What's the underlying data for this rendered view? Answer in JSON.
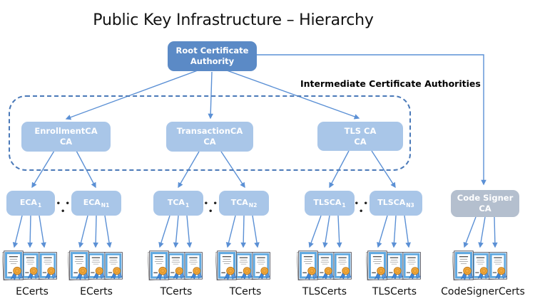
{
  "title": "Public Key Infrastructure – Hierarchy",
  "nodes": {
    "root": {
      "label": "Root Certificate Authority"
    },
    "intermediate_group_label": "Intermediate Certificate Authorities",
    "intermediates": [
      {
        "id": "enrollment-ca",
        "line1": "EnrollmentCA",
        "line2": "CA"
      },
      {
        "id": "transaction-ca",
        "line1": "TransactionCA",
        "line2": "CA"
      },
      {
        "id": "tls-ca",
        "line1": "TLS CA",
        "line2": "CA"
      }
    ],
    "issuing": [
      {
        "id": "eca-1",
        "name": "ECA",
        "sub": "1"
      },
      {
        "id": "eca-n1",
        "name": "ECA",
        "sub": "N1"
      },
      {
        "id": "tca-1",
        "name": "TCA",
        "sub": "1"
      },
      {
        "id": "tca-n2",
        "name": "TCA",
        "sub": "N2"
      },
      {
        "id": "tlsca-1",
        "name": "TLSCA",
        "sub": "1"
      },
      {
        "id": "tlsca-n3",
        "name": "TLSCA",
        "sub": "N3"
      }
    ],
    "code_signer": {
      "id": "code-signer-ca",
      "line1": "Code Signer",
      "line2": "CA"
    }
  },
  "ellipsis": "• • •",
  "cert_groups": [
    {
      "label": "ECerts"
    },
    {
      "label": "ECerts"
    },
    {
      "label": "TCerts"
    },
    {
      "label": "TCerts"
    },
    {
      "label": "TLSCerts"
    },
    {
      "label": "TLSCerts"
    },
    {
      "label": "CodeSignerCerts"
    }
  ],
  "edges": [
    {
      "from": "root-ca",
      "to": "enrollment-ca"
    },
    {
      "from": "root-ca",
      "to": "transaction-ca"
    },
    {
      "from": "root-ca",
      "to": "tls-ca"
    },
    {
      "from": "root-ca",
      "to": "code-signer-ca"
    },
    {
      "from": "enrollment-ca",
      "to": "eca-1"
    },
    {
      "from": "enrollment-ca",
      "to": "eca-n1"
    },
    {
      "from": "transaction-ca",
      "to": "tca-1"
    },
    {
      "from": "transaction-ca",
      "to": "tca-n2"
    },
    {
      "from": "tls-ca",
      "to": "tlsca-1"
    },
    {
      "from": "tls-ca",
      "to": "tlsca-n3"
    },
    {
      "from": "eca-1",
      "to": "ECerts"
    },
    {
      "from": "eca-n1",
      "to": "ECerts"
    },
    {
      "from": "tca-1",
      "to": "TCerts"
    },
    {
      "from": "tca-n2",
      "to": "TCerts"
    },
    {
      "from": "tlsca-1",
      "to": "TLSCerts"
    },
    {
      "from": "tlsca-n3",
      "to": "TLSCerts"
    },
    {
      "from": "code-signer-ca",
      "to": "CodeSignerCerts"
    }
  ],
  "colors": {
    "root_box": "#5b8ac6",
    "ca_box": "#a9c6e8",
    "code_signer_box": "#b4bfce",
    "connector": "#5b90d5",
    "dashed_outline": "#4a79b8",
    "box_text": "#ffffff",
    "title_text": "#111111",
    "seal": "#f3a83d",
    "ribbon": "#3f85d6"
  }
}
